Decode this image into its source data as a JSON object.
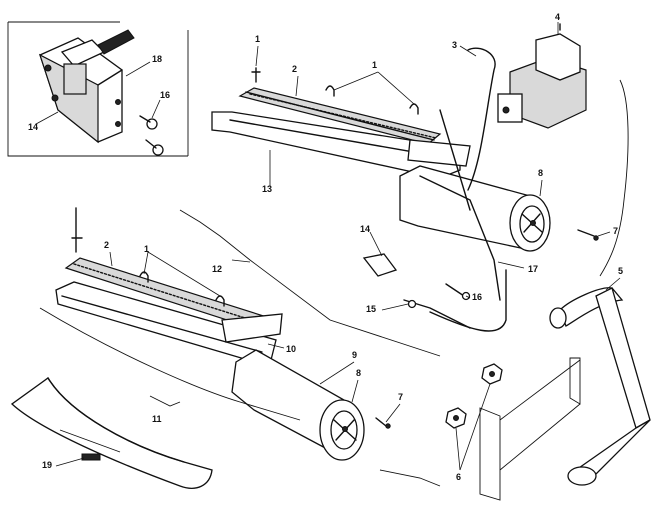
{
  "labels": {
    "l1a": "1",
    "l1b": "1",
    "l1c": "1",
    "l2a": "2",
    "l2b": "2",
    "l3": "3",
    "l4": "4",
    "l5": "5",
    "l6": "6",
    "l7a": "7",
    "l7b": "7",
    "l8a": "8",
    "l8b": "8",
    "l9": "9",
    "l10": "10",
    "l11": "11",
    "l12": "12",
    "l13": "13",
    "l14a": "14",
    "l14b": "14",
    "l15": "15",
    "l16a": "16",
    "l16b": "16",
    "l17": "17",
    "l18": "18",
    "l19": "19"
  }
}
